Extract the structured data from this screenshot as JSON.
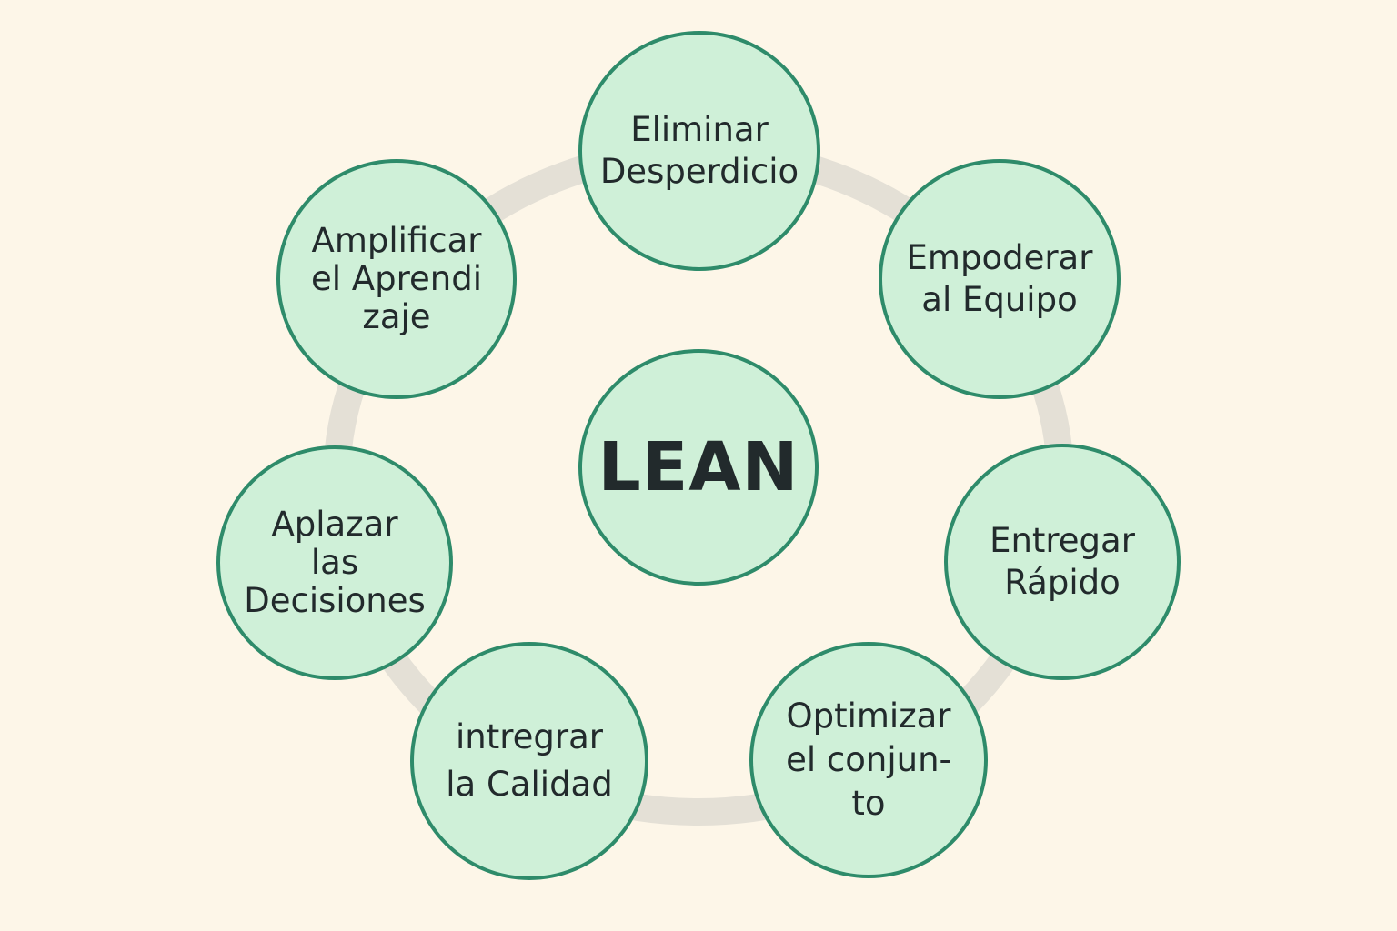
{
  "diagram": {
    "center": {
      "label": "LEAN"
    },
    "principles": [
      {
        "label": "Eliminar\nDesperdicio"
      },
      {
        "label": "Empoderar\nal Equipo"
      },
      {
        "label": "Entregar\nRápido"
      },
      {
        "label": "Optimizar\nel conjun-\nto"
      },
      {
        "label": "intregrar\nla Calidad"
      },
      {
        "label": "Aplazar\nlas\nDecisiones"
      },
      {
        "label": "Amplificar\nel Aprendi\nzaje"
      }
    ],
    "colors": {
      "background": "#fdf6e8",
      "node_fill": "#cff0d8",
      "node_border": "#2e8b6a",
      "ring": "#e4e0d6",
      "text": "#222a2c"
    }
  }
}
